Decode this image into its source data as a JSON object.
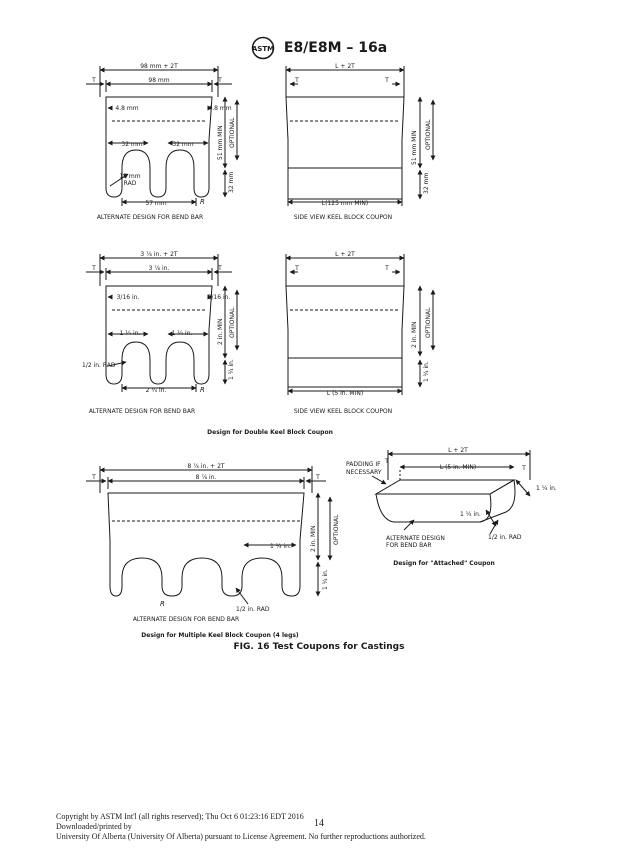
{
  "header": {
    "logo": "astm-logo",
    "title": "E8/E8M – 16a"
  },
  "panel_tl": {
    "total_width": "98 mm + 2T",
    "inner_width": "98 mm",
    "T": "T",
    "flare_left": "4.8 mm",
    "flare_right": "4.8 mm",
    "keel_left": "32 mm",
    "keel_right": "32 mm",
    "rad": "13 mm",
    "rad2": "RAD",
    "bottom": "57 mm",
    "rs": "R",
    "height_min": "51 mm MIN",
    "optional": "OPTIONAL",
    "keel_height": "32 mm",
    "caption": "ALTERNATE DESIGN FOR BEND BAR"
  },
  "panel_tr": {
    "total_width": "L + 2T",
    "T": "T",
    "bottom": "L(125 mm MIN)",
    "height_min": "51 mm MIN",
    "optional": "OPTIONAL",
    "keel_height": "32 mm",
    "caption": "SIDE VIEW KEEL BLOCK COUPON"
  },
  "panel_ml": {
    "total_width": "3 ⁷⁄₈ in. + 2T",
    "inner_width": "3 ⁷⁄₈ in.",
    "T": "T",
    "flare_left": "3/16 in.",
    "flare_right": "3/16 in.",
    "keel_left": "1 ¼ in.",
    "keel_right": "1 ¼ in.",
    "rad": "1/2 in. RAD",
    "bottom": "2 ¼ in.",
    "rs": "R",
    "height_min": "2 in. MIN",
    "optional": "OPTIONAL",
    "keel_height": "1 ¼ in.",
    "caption": "ALTERNATE DESIGN FOR BEND BAR"
  },
  "panel_mr": {
    "total_width": "L + 2T",
    "T": "T",
    "bottom": "L (5 in. MIN)",
    "height_min": "2 in. MIN",
    "optional": "OPTIONAL",
    "keel_height": "1 ¼ in.",
    "caption": "SIDE VIEW KEEL BLOCK COUPON"
  },
  "double_keel_caption": "Design for Double Keel Block Coupon",
  "panel_bl": {
    "total_width": "8 ⁷⁄₈ in. + 2T",
    "inner_width": "8 ⁷⁄₈ in.",
    "T": "T",
    "keel": "1 ¼ in.",
    "height_min": "2 in. MIN",
    "optional": "OPTIONAL",
    "keel_height": "1 ¼ in.",
    "rs": "R",
    "rad": "1/2 in. RAD",
    "caption": "ALTERNATE DESIGN FOR BEND BAR",
    "design_caption": "Design for Multiple Keel Block Coupon  (4 legs)"
  },
  "panel_br": {
    "total_width": "L + 2T",
    "T": "T",
    "padding": "PADDING IF",
    "padding2": "NECESSARY",
    "length": "L (5 in. MIN)",
    "side": "1 ¼ in.",
    "keel": "1 ¼ in.",
    "alt": "ALTERNATE DESIGN",
    "alt2": "FOR BEND BAR",
    "rad": "1/2 in. RAD",
    "design_caption": "Design for \"Attached\" Coupon"
  },
  "figure_title": "FIG. 16 Test Coupons for Castings",
  "page_number": "14",
  "footer": {
    "line1": "Copyright by ASTM Int'l (all rights reserved); Thu Oct  6 01:23:16 EDT 2016",
    "line2": "Downloaded/printed by",
    "line3": "University Of Alberta (University Of Alberta) pursuant to License Agreement. No further reproductions authorized."
  }
}
